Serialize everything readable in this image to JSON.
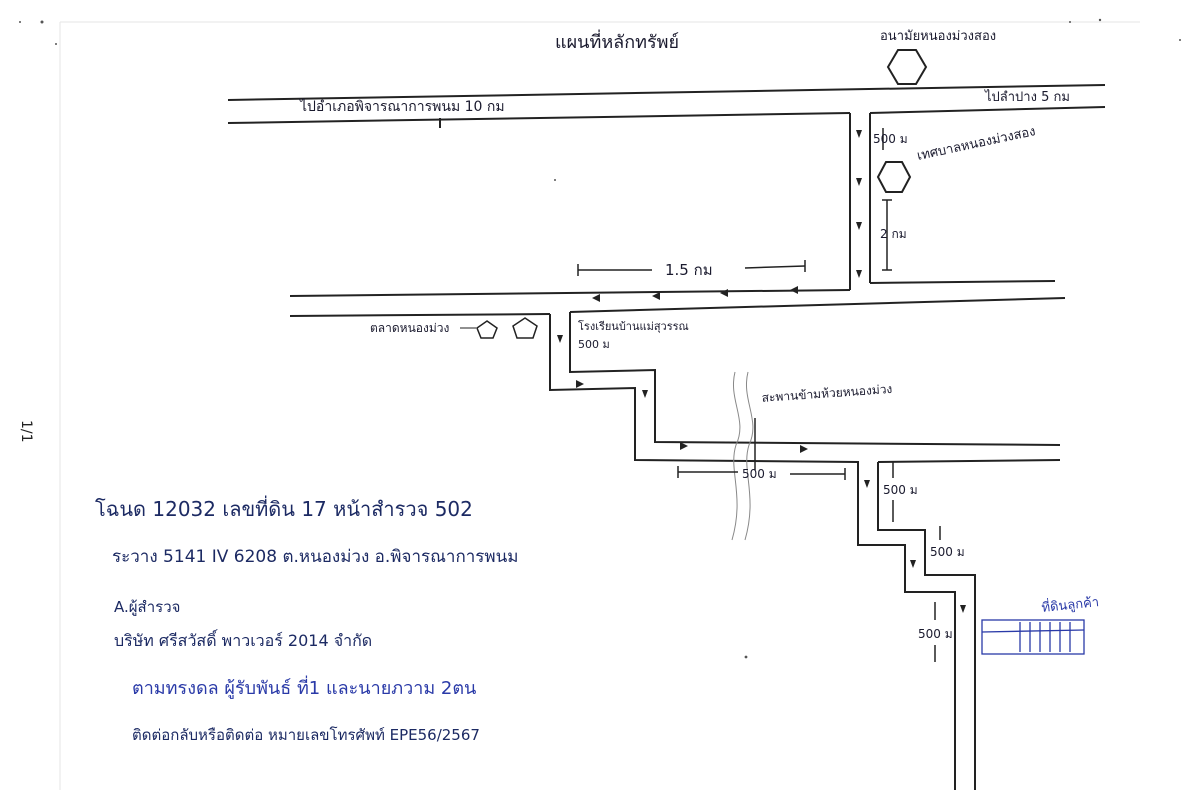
{
  "title": "แผนที่หลักทรัพย์",
  "side_mark": "1/1",
  "landmarks": {
    "top_hex": "อนามัยหนองม่วงสอง",
    "mid_hex": "เทศบาลหนองม่วงสอง",
    "left_shapes": "ตลาดหนองม่วง",
    "right_road": "ไปลำปาง 5 กม",
    "road_top_left": "ไปอำเภอพิจารณาการพนม 10 กม",
    "bridge": "สะพานข้ามห้วยหนองม่วง",
    "school": "โรงเรียนบ้านแม่สุวรรณ",
    "land_plot": "ที่ดินลูกค้า"
  },
  "distances": {
    "d1": "500 ม",
    "d2": "2 กม",
    "d3": "1.5 กม",
    "d4": "500 ม",
    "d5": "500 ม",
    "d6": "500 ม",
    "d7": "500 ม",
    "d8": "500 ม"
  },
  "notes": {
    "line1": "โฉนด 12032 เลขที่ดิน 17 หน้าสำรวจ 502",
    "line2": "ระวาง 5141 IV 6208 ต.หนองม่วง อ.พิจารณาการพนม",
    "line3": "A.ผู้สำรวจ",
    "line4": "บริษัท ศรีสวัสดิ์ พาวเวอร์ 2014 จำกัด",
    "line5": "ตามทรงดล ผู้รับพันธ์ ที่1 และนายภวาม 2ตน",
    "line6": "ติดต่อกลับหรือติดต่อ หมายเลขโทรศัพท์ EPE56/2567"
  },
  "colors": {
    "ink": "#1c2a63",
    "blue_ink": "#2a3aa8",
    "line": "#222222"
  }
}
